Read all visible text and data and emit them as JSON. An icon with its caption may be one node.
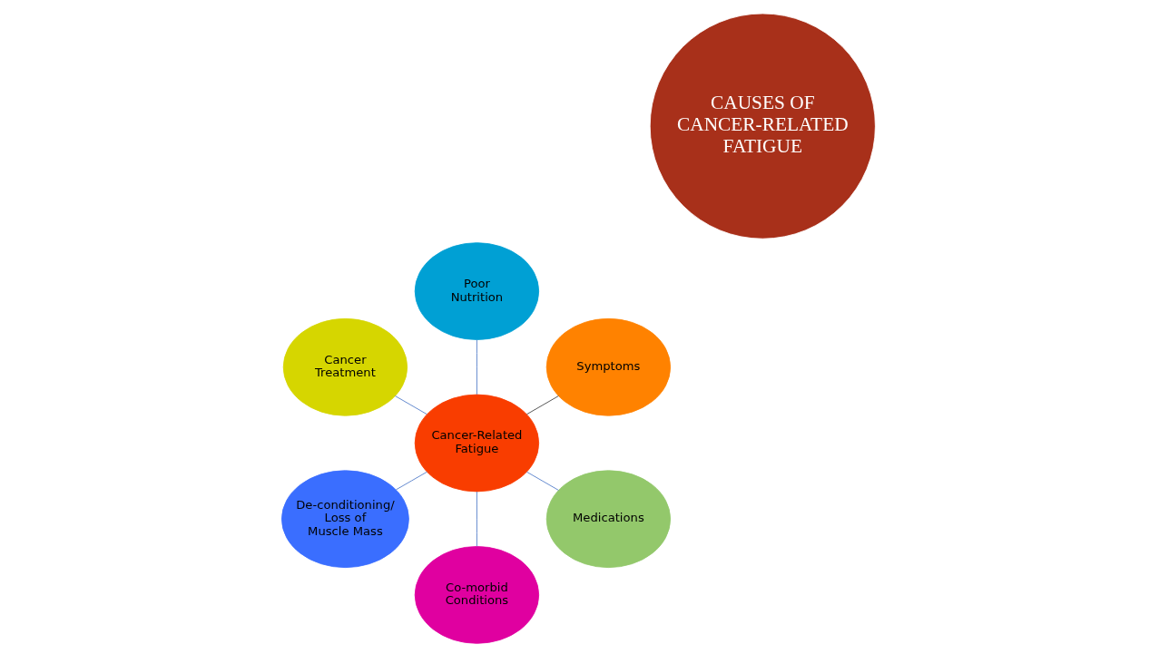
{
  "diagram": {
    "nodes": [
      {
        "text": [
          "CAUSES OF CANCER-RELATED FATIGUE"
        ]
      },
      {
        "text": [
          "Symptoms"
        ]
      },
      {
        "text": [
          "Poor Nutrition"
        ]
      },
      {
        "text": [
          "Cancer Treatment"
        ]
      },
      {
        "text": [
          "Cancer-Related Fatigue"
        ]
      },
      {
        "text": [
          "De-conditioning/ Loss of Muscle Mass"
        ]
      },
      {
        "text": [
          "Co-morbid Conditions"
        ]
      },
      {
        "text": [
          "Medications"
        ]
      }
    ],
    "edges": [
      {
        "from": 4,
        "to": 1,
        "arrow": "none",
        "color": "#333333"
      },
      {
        "from": 4,
        "to": 2,
        "arrow": "none"
      },
      {
        "from": 4,
        "to": 3,
        "arrow": "none"
      },
      {
        "from": 4,
        "to": 5,
        "arrow": "none"
      },
      {
        "from": 4,
        "to": 6,
        "arrow": "none"
      },
      {
        "from": 4,
        "to": 7,
        "arrow": "none"
      }
    ]
  }
}
